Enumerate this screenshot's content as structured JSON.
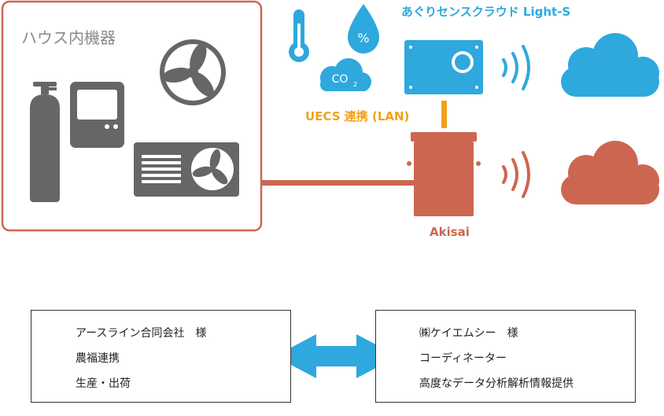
{
  "house": {
    "title": "ハウス内機器"
  },
  "sensor": {
    "title": "あぐりセンスクラウド Light-S",
    "co2_label": "CO",
    "co2_sub": "2",
    "humidity_label": "%"
  },
  "uecs": {
    "label": "UECS 連携 (LAN)"
  },
  "akisai": {
    "label": "Akisai"
  },
  "partners": {
    "left": {
      "lines": [
        "アースライン合同会社　様",
        "農福連携",
        "生産・出荷"
      ]
    },
    "right": {
      "lines": [
        "㈱ケイエムシー　様",
        "コーディネーター",
        "高度なデータ分析解析情報提供"
      ]
    }
  },
  "colors": {
    "blue": "#2fa8de",
    "red": "#cd6651",
    "orange": "#f2a11a",
    "gray": "#666666",
    "house_border": "#cd6651"
  },
  "icons": [
    "gas-cylinder-icon",
    "controller-icon",
    "fan-icon",
    "ac-unit-icon",
    "thermometer-icon",
    "droplet-icon",
    "co2-cloud-icon",
    "sensor-device-icon",
    "wireless-icon",
    "cloud-icon",
    "akisai-device-icon",
    "double-arrow-icon"
  ]
}
